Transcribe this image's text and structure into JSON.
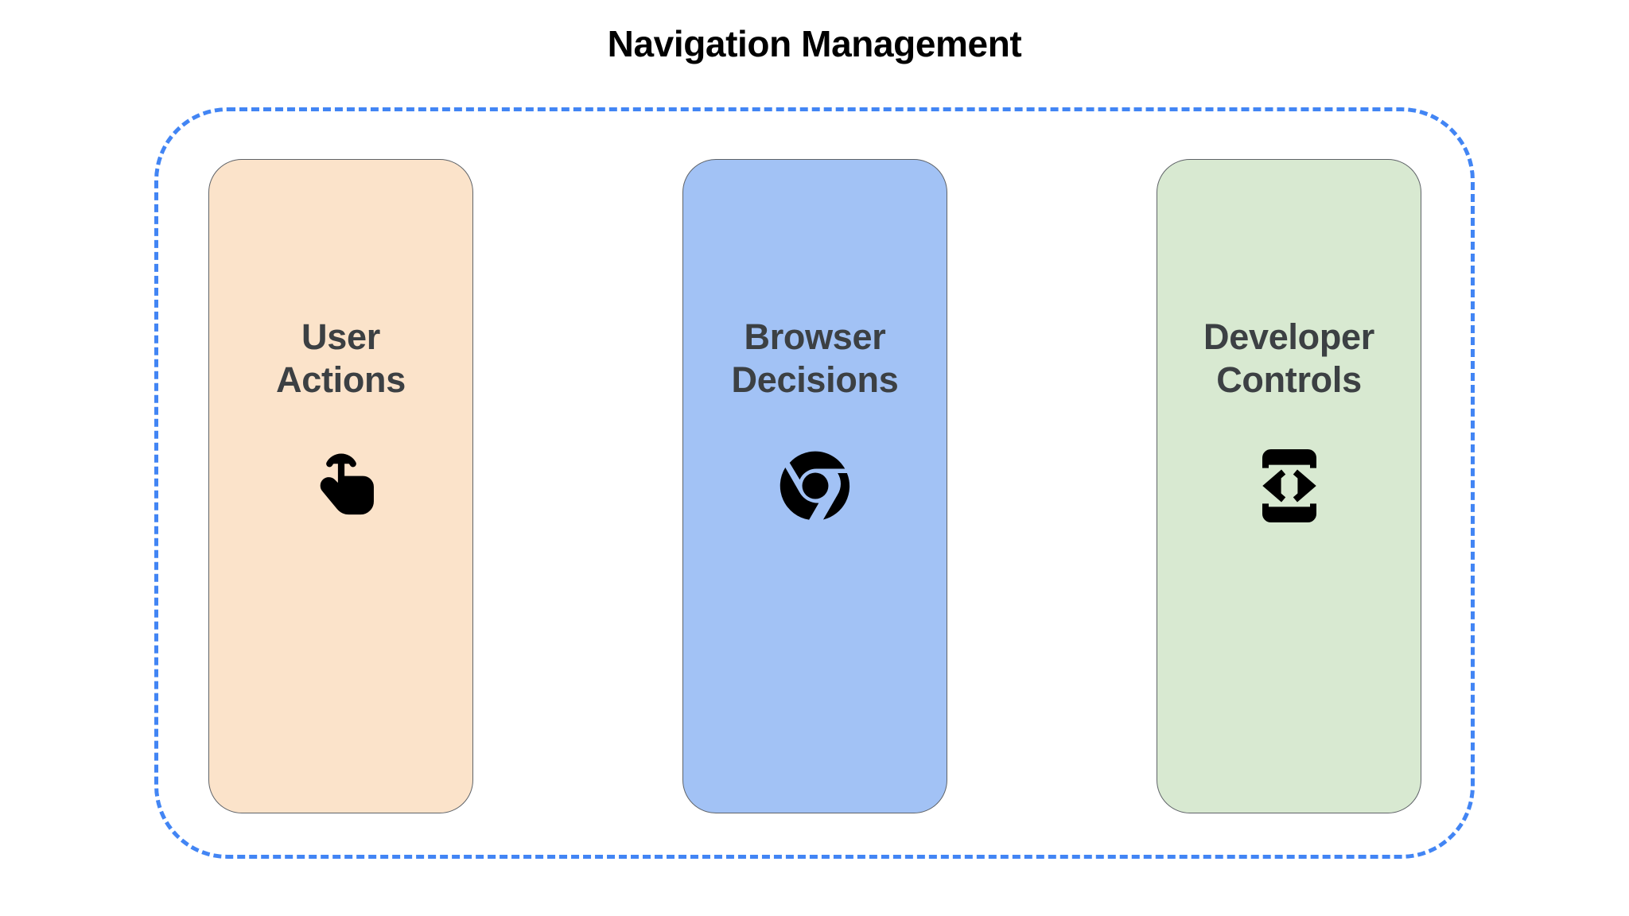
{
  "page": {
    "title": "Navigation Management",
    "background_color": "#ffffff",
    "title_color": "#000000"
  },
  "container": {
    "name": "navigation-management-group",
    "border_style": "dashed",
    "border_color": "#4285f4"
  },
  "cards": [
    {
      "label": "User\nActions",
      "line1": "User",
      "line2": "Actions",
      "background_color": "#fbe3ca",
      "border_color": "#5f6368",
      "text_color": "#3c4043",
      "icon": "touch-app-icon",
      "icon_color": "#000000"
    },
    {
      "label": "Browser\nDecisions",
      "line1": "Browser",
      "line2": "Decisions",
      "background_color": "#a2c2f5",
      "border_color": "#5f6368",
      "text_color": "#3c4043",
      "icon": "chrome-logo-icon",
      "icon_color": "#000000"
    },
    {
      "label": "Developer\nControls",
      "line1": "Developer",
      "line2": "Controls",
      "background_color": "#d8e9d1",
      "border_color": "#5f6368",
      "text_color": "#3c4043",
      "icon": "developer-mode-icon",
      "icon_color": "#000000"
    }
  ]
}
